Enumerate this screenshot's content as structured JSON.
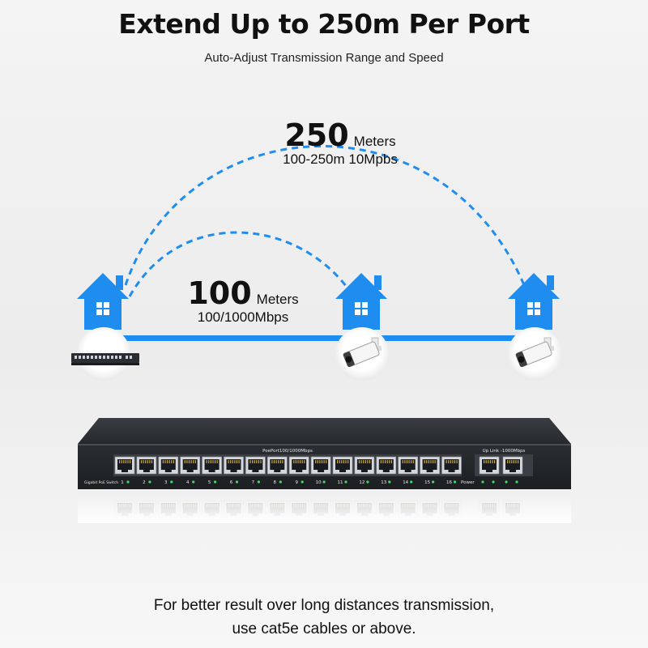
{
  "header": {
    "title": "Extend Up to 250m Per Port",
    "subtitle": "Auto-Adjust Transmission Range and Speed"
  },
  "distances": {
    "long": {
      "number": "250",
      "unit": "Meters",
      "speed": "100-250m 10Mpbs"
    },
    "short": {
      "number": "100",
      "unit": "Meters",
      "speed": "100/1000Mbps"
    }
  },
  "switch_panel": {
    "label_left": "Gigabit PoE Switch",
    "label_poe": "PoePort100/1000Mbps",
    "label_uplink": "Up Link -1000Mbps",
    "label_power": "Power",
    "port_numbers": [
      "1",
      "2",
      "3",
      "4",
      "5",
      "6",
      "7",
      "8",
      "9",
      "10",
      "11",
      "12",
      "13",
      "14",
      "15",
      "16"
    ]
  },
  "footer": {
    "line1": "For better result over long distances transmission,",
    "line2": "use cat5e cables or above."
  },
  "colors": {
    "accent_blue": "#1f8df0",
    "switch_body": "#2a2d31",
    "port_led": "#3ddc63"
  }
}
